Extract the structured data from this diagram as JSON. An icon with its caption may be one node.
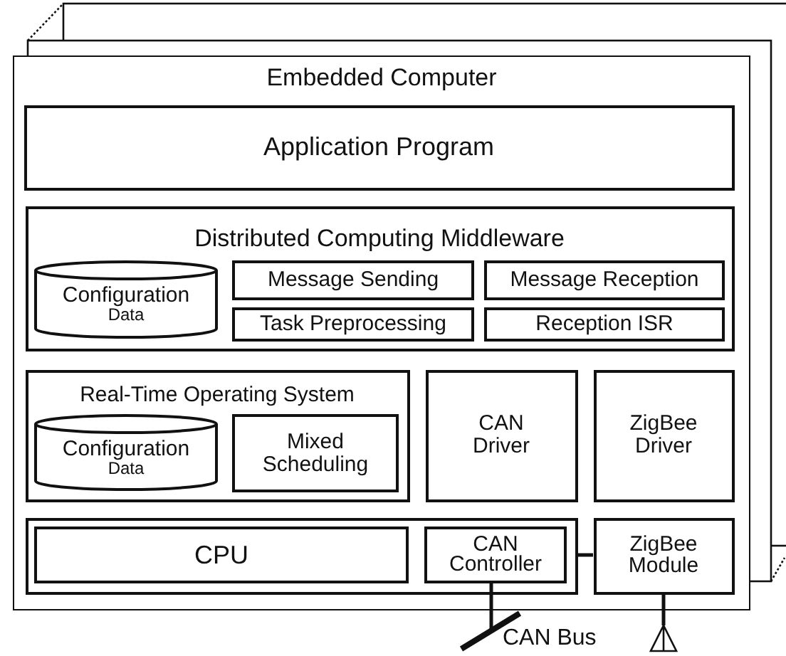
{
  "diagram": {
    "nodes": [
      {
        "text": [
          "Embedded Computer"
        ]
      },
      {
        "text": [
          "Application Program"
        ],
        "in": 0
      },
      {
        "text": [
          "Distributed Computing Middleware"
        ],
        "in": 0
      },
      {
        "text": [
          "Configuration",
          "Data"
        ],
        "in": 2
      },
      {
        "text": [
          "Message Sending"
        ],
        "in": 2
      },
      {
        "text": [
          "Message Reception"
        ],
        "in": 2
      },
      {
        "text": [
          "Task Preprocessing"
        ],
        "in": 2
      },
      {
        "text": [
          "Reception ISR"
        ],
        "in": 2
      },
      {
        "text": [
          "Real-Time Operating System"
        ],
        "in": 0
      },
      {
        "text": [
          "Configuration",
          "Data"
        ],
        "in": 8
      },
      {
        "text": [
          "Mixed Scheduling"
        ],
        "in": 8
      },
      {
        "text": [
          "CAN Driver"
        ],
        "in": 0
      },
      {
        "text": [
          "ZigBee Driver"
        ],
        "in": 0
      },
      {
        "text": [],
        "shape": "box",
        "in": 0
      },
      {
        "text": [
          "CPU"
        ],
        "in": 13
      },
      {
        "text": [
          "CAN Controller"
        ],
        "in": 13
      },
      {
        "text": [
          "ZigBee Module"
        ],
        "in": 0
      }
    ],
    "edges": [
      {
        "from": 13,
        "to": 16,
        "arrow": "none"
      },
      {
        "from": 15,
        "to": null,
        "arrow": "none"
      },
      {
        "from": 16,
        "to": null,
        "arrow": "other"
      }
    ],
    "labels": [
      "CAN Bus"
    ]
  }
}
